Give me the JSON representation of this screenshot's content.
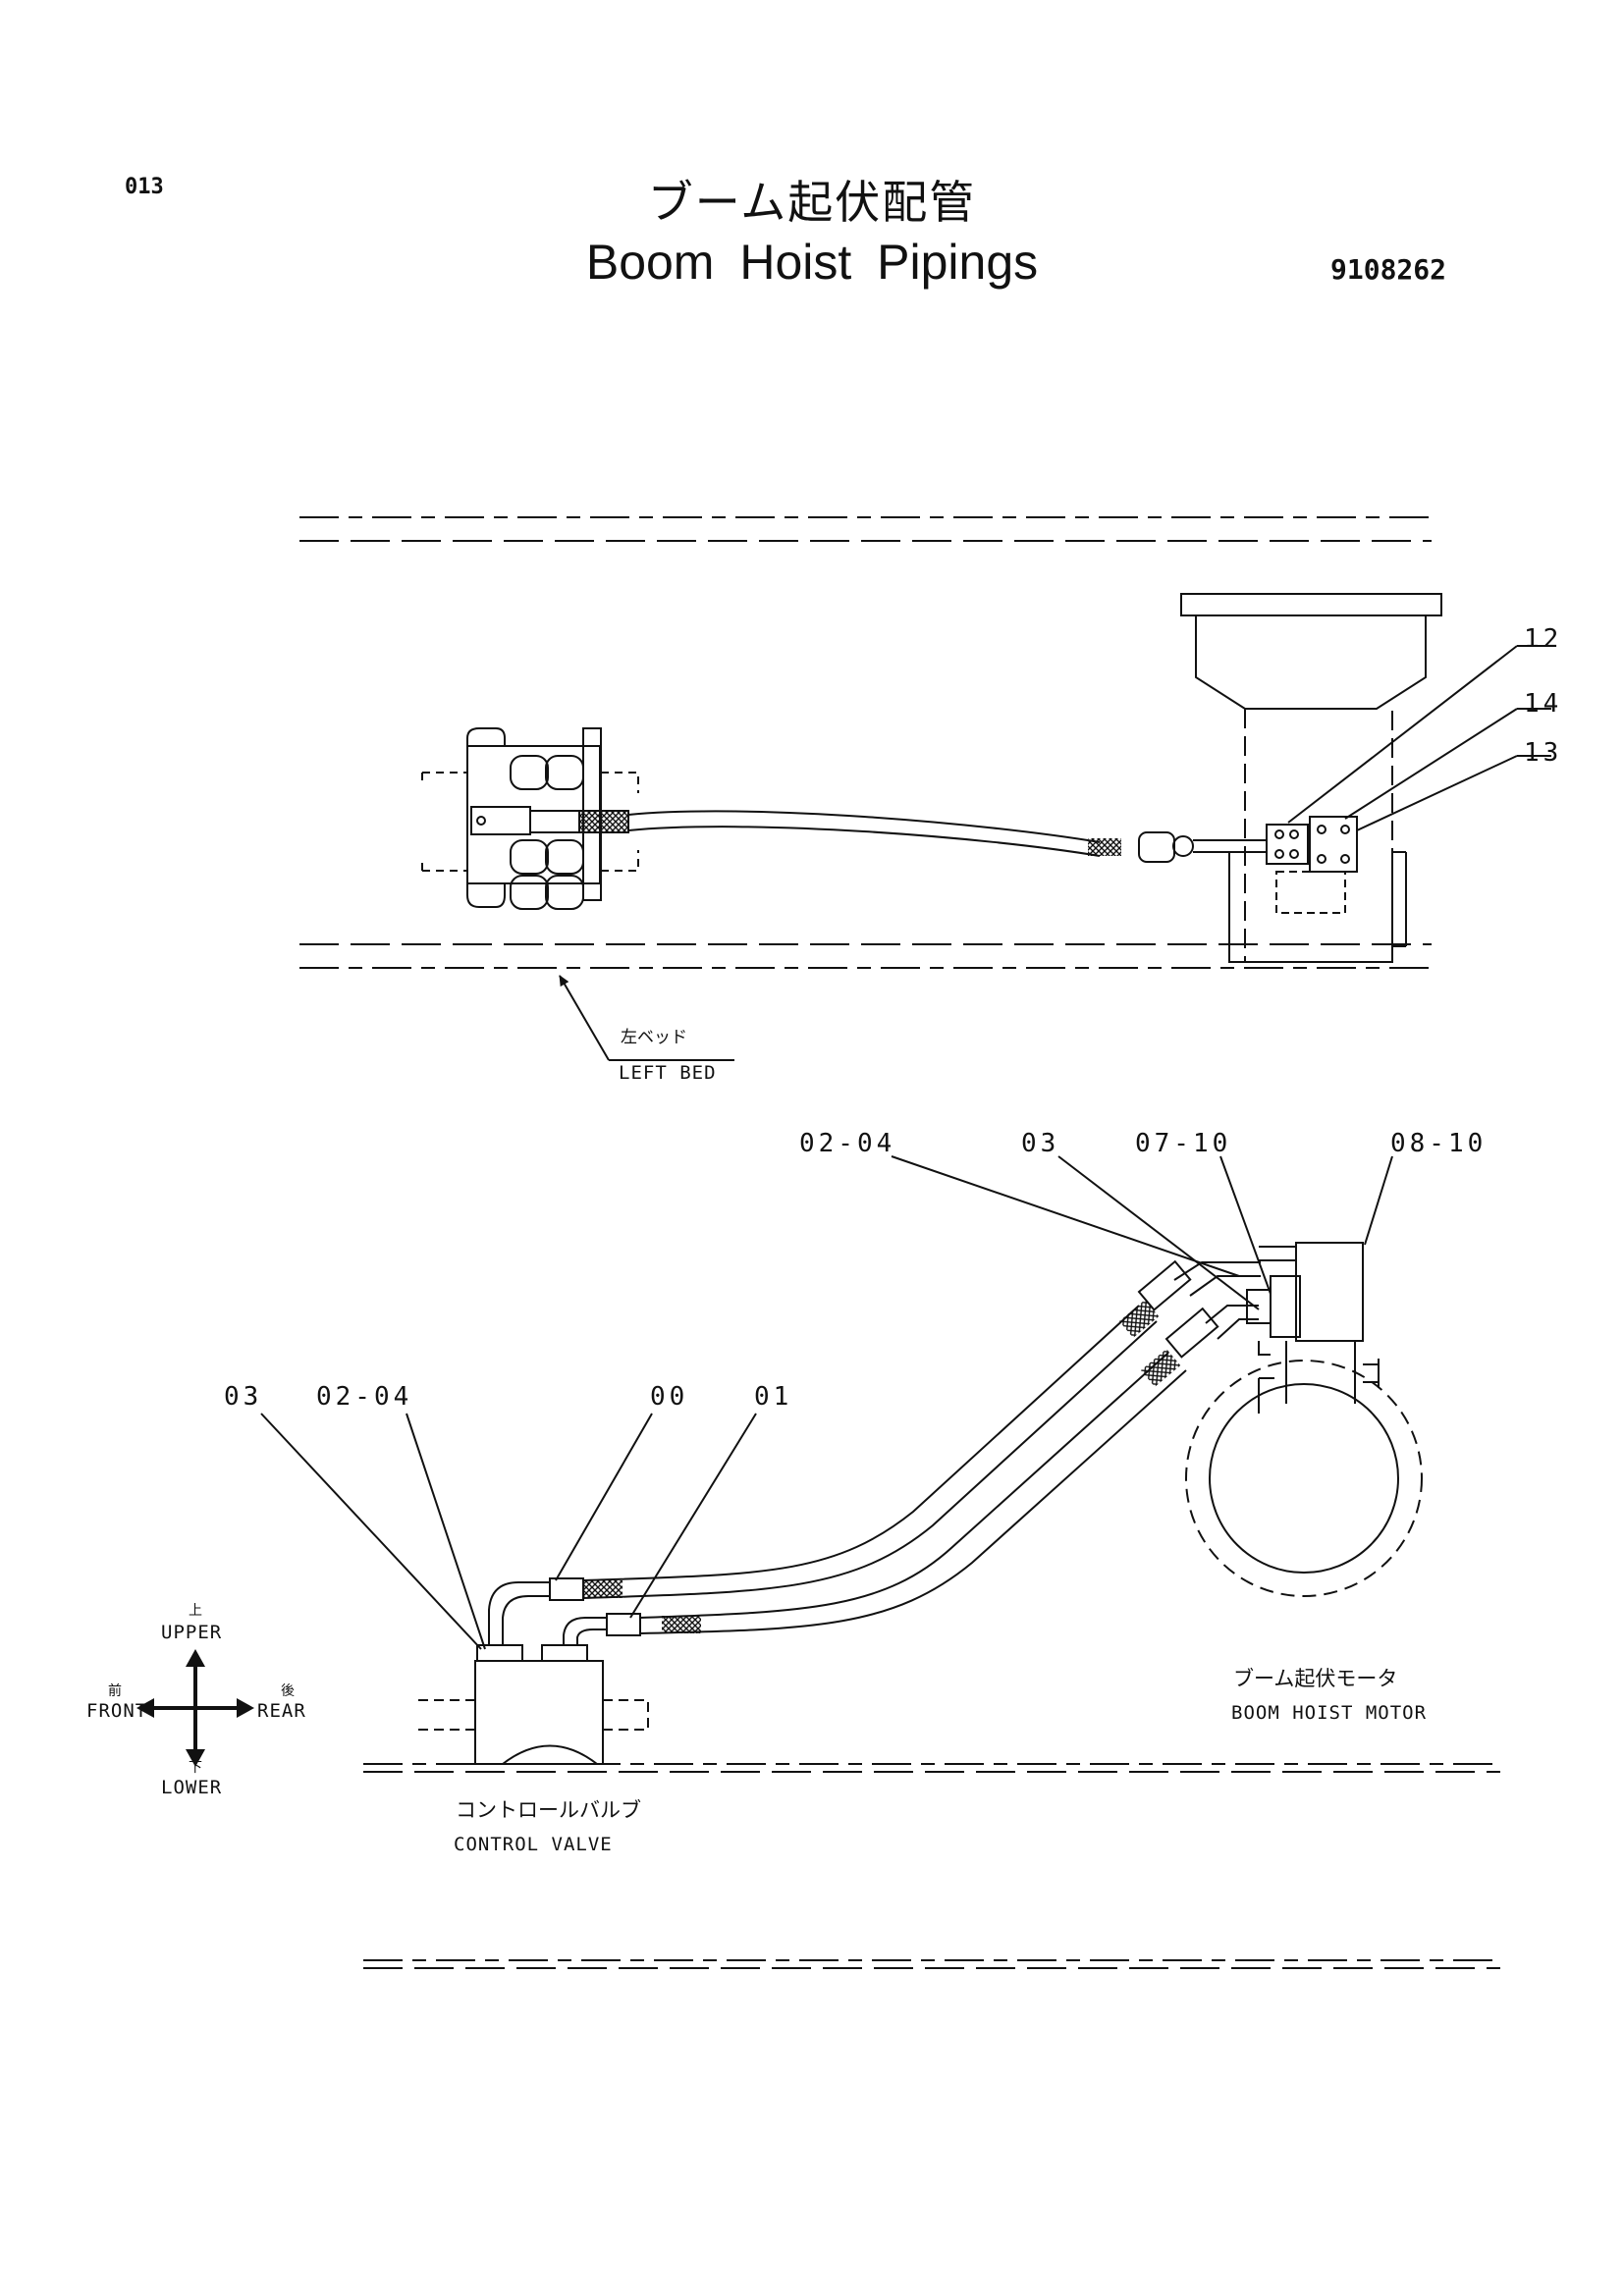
{
  "header": {
    "page_number": "013",
    "title_jp": "ブーム起伏配管",
    "title_en": "Boom Hoist Pipings",
    "drawing_number": "9108262"
  },
  "top_view": {
    "callouts": [
      "12",
      "14",
      "13"
    ],
    "left_bed_jp": "左ベッド",
    "left_bed_en": "LEFT BED"
  },
  "side_view": {
    "callouts_motor": [
      "02-04",
      "03",
      "07-10",
      "08-10"
    ],
    "callouts_valve": [
      "03",
      "02-04",
      "00",
      "01"
    ],
    "motor_label_jp": "ブーム起伏モータ",
    "motor_label_en": "BOOM HOIST MOTOR",
    "valve_label_jp": "コントロールバルブ",
    "valve_label_en": "CONTROL VALVE"
  },
  "orientation": {
    "upper_jp": "上",
    "upper": "UPPER",
    "lower_jp": "下",
    "lower": "LOWER",
    "front_jp": "前",
    "front": "FRONT",
    "rear_jp": "後",
    "rear": "REAR"
  }
}
